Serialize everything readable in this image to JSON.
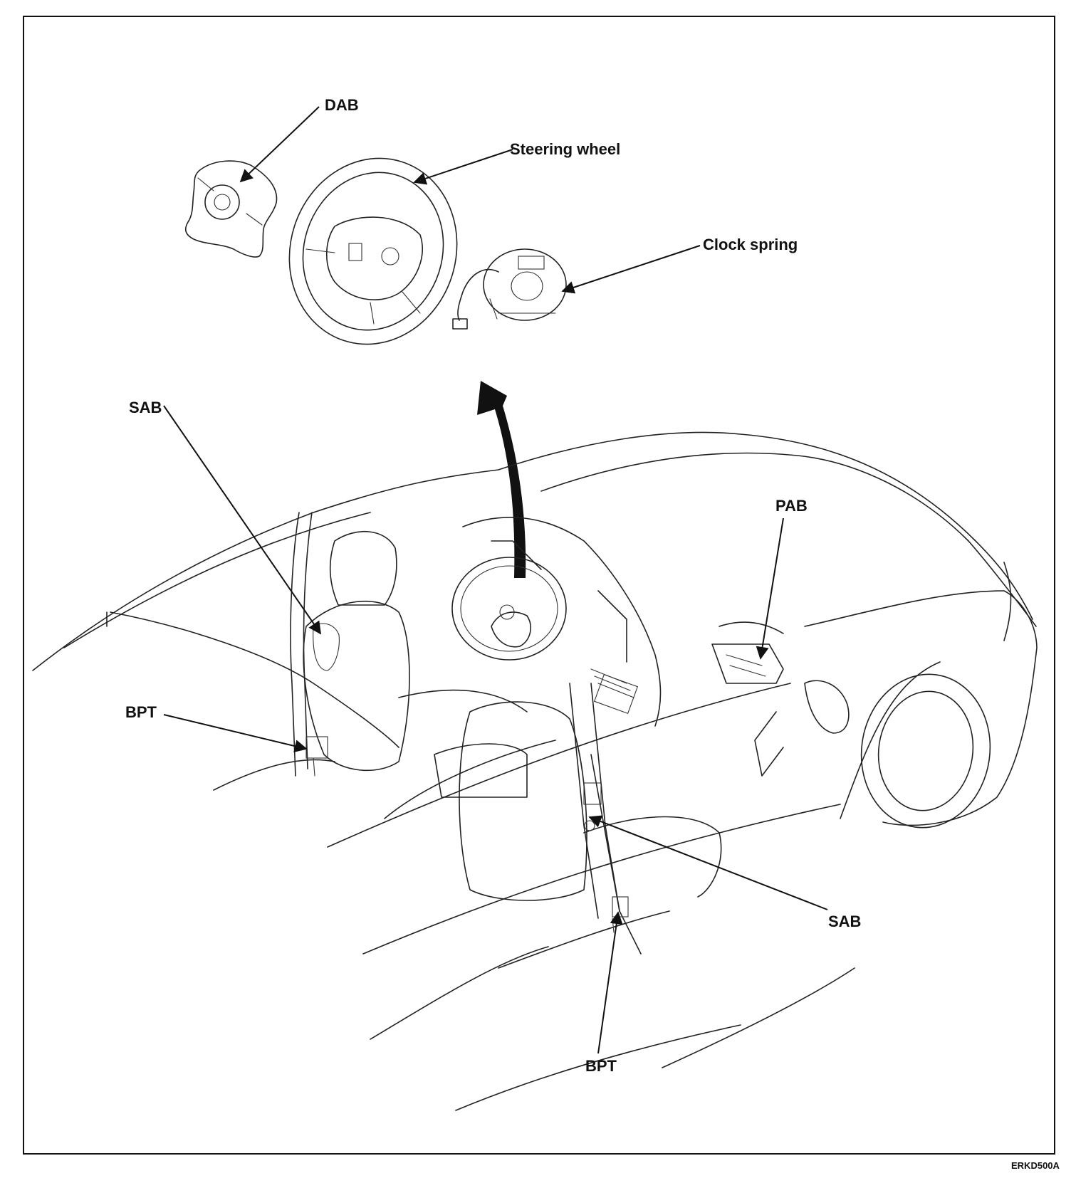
{
  "labels": {
    "dab": "DAB",
    "steering_wheel": "Steering wheel",
    "clock_spring": "Clock spring",
    "sab_left": "SAB",
    "pab": "PAB",
    "bpt_left": "BPT",
    "sab_right": "SAB",
    "bpt_bottom": "BPT"
  },
  "figure_code": "ERKD500A",
  "colors": {
    "line": "#222222",
    "background": "#ffffff"
  },
  "icons": [
    "airbag-module-icon",
    "steering-wheel-icon",
    "clock-spring-icon",
    "car-interior-icon",
    "up-arrow-icon"
  ]
}
